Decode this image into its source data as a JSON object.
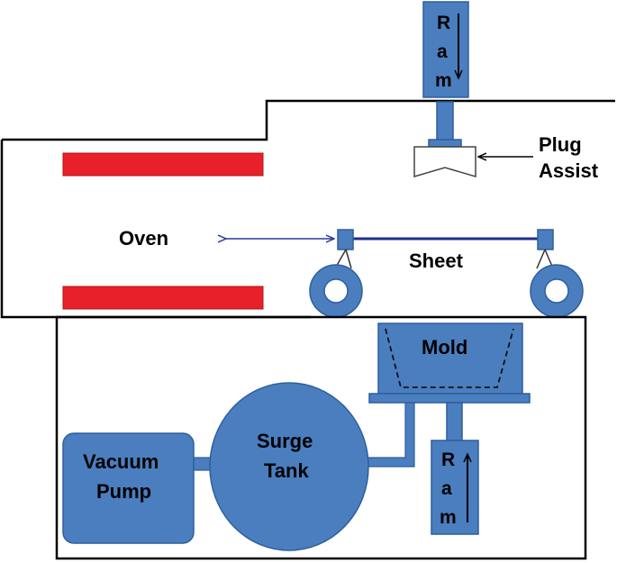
{
  "labels": {
    "ram_top_letters": [
      "R",
      "a",
      "m"
    ],
    "ram_bottom_letters": [
      "R",
      "a",
      "m"
    ],
    "plug_line1": "Plug",
    "plug_line2": "Assist",
    "oven": "Oven",
    "sheet": "Sheet",
    "mold": "Mold",
    "vacuum_line1": "Vacuum",
    "vacuum_line2": "Pump",
    "surge_line1": "Surge",
    "surge_line2": "Tank"
  },
  "colors": {
    "component_fill": "#4a7ebf",
    "component_stroke": "#2e5f9e",
    "heater": "#e8202a",
    "outline": "#000000",
    "sheet_line": "#1f2f8a",
    "arrow": "#2a3a9a"
  }
}
